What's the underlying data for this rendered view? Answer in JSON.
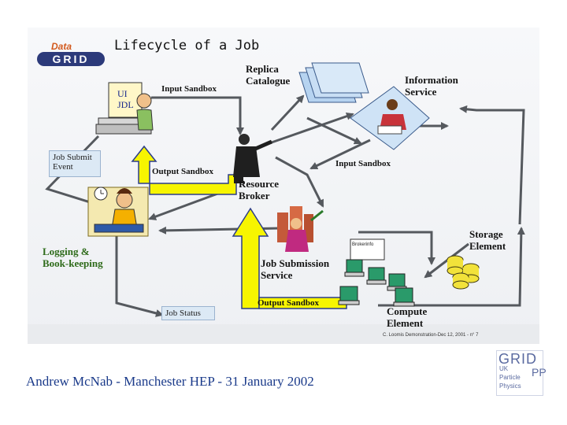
{
  "slide": {
    "title": "Lifecycle of a Job",
    "logo": {
      "top": "Data",
      "bottom": "GRID"
    },
    "footer": "Andrew McNab - Manchester HEP - 31 January 2002",
    "credit": "C. Loomis   Demonstration-Dec 12, 2001 - n° 7"
  },
  "diagram": {
    "nodes": {
      "replica_catalogue": "Replica\nCatalogue",
      "information_service": "Information\nService",
      "ui_label": "UI\nJDL",
      "resource_broker": "Resource\nBroker",
      "storage_element": "Storage\nElement",
      "job_submission_service": "Job Submission\nService",
      "compute_element": "Compute\nElement",
      "logging_bookkeeping": "Logging &\nBook-keeping",
      "broker_info": "Brokerinfo"
    },
    "edges": {
      "input_sandbox_top": "Input Sandbox",
      "output_sandbox_mid": "Output Sandbox",
      "input_sandbox_right": "Input Sandbox",
      "output_sandbox_bottom": "Output Sandbox"
    },
    "status_boxes": {
      "job_submit_event": "Job Submit\nEvent",
      "job_status": "Job Status"
    }
  },
  "gridpp_logo": {
    "grid": "GRID",
    "uk": "UK",
    "particle": "Particle",
    "physics": "Physics",
    "pp": "PP"
  },
  "colors": {
    "frame": "#f2f4f7",
    "arrow_gray": "#55595e",
    "arrow_yellow": "#f7f500",
    "arrow_yellow_stroke": "#2c3d8a",
    "label_green": "#2e6b1a",
    "footer_blue": "#1a3a8a"
  }
}
